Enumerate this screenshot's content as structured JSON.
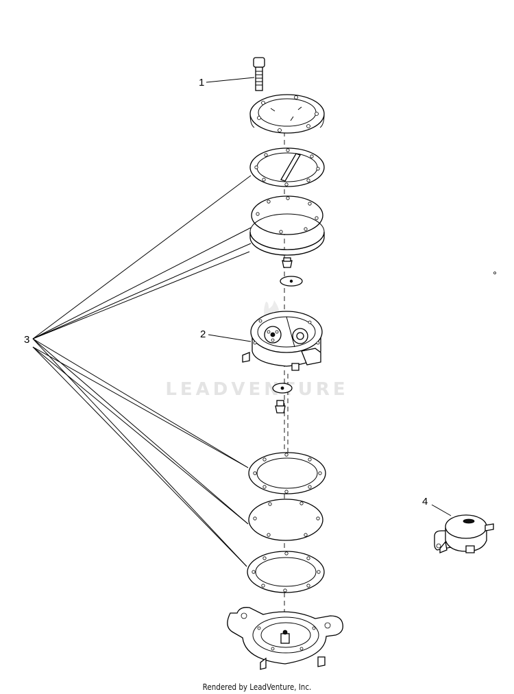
{
  "diagram": {
    "callouts": [
      "1",
      "2",
      "3",
      "4"
    ],
    "watermark": "LEADVENTURE",
    "footer": "Rendered by LeadVenture, Inc."
  }
}
